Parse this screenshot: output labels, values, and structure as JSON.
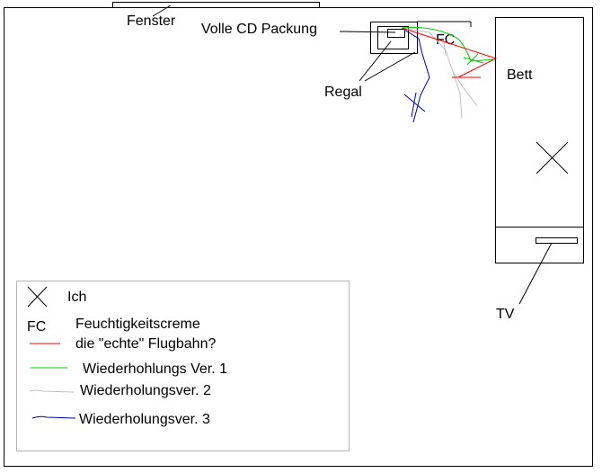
{
  "room": {
    "window_label": "Fenster",
    "cd_label": "Volle CD Packung",
    "fc_label": "FC",
    "shelf_label": "Regal",
    "bed_label": "Bett",
    "tv_label": "TV"
  },
  "legend": {
    "ich": "Ich",
    "fc_abbr": "FC",
    "fc_meaning": "Feuchtigkeitscreme",
    "real_path": "die \"echte\" Flugbahn?",
    "ver1": "Wiederhohlungs Ver. 1",
    "ver2": "Wiederholungsver. 2",
    "ver3": "Wiederholungsver. 3"
  },
  "colors": {
    "real": "#ff0000",
    "ver1": "#00cc00",
    "ver2": "#c0c0c0",
    "ver3": "#0000aa"
  }
}
